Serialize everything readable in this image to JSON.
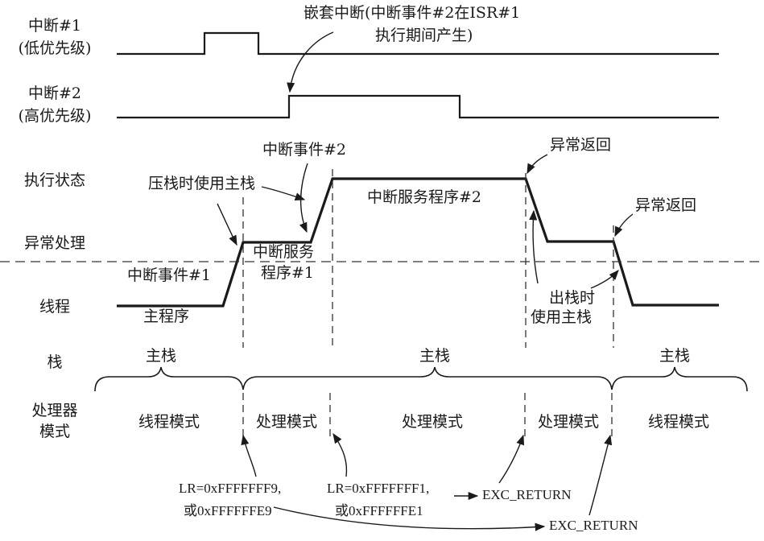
{
  "signals": {
    "irq1": {
      "line1": "中断#1",
      "line2": "(低优先级)"
    },
    "irq2": {
      "line1": "中断#2",
      "line2": "(高优先级)"
    }
  },
  "rows": {
    "exec_state": "执行状态",
    "exception": "异常处理",
    "thread": "线程",
    "stack": "栈",
    "mode_line1": "处理器",
    "mode_line2": "模式"
  },
  "annotations": {
    "nested_line1": "嵌套中断(中断事件#2在ISR#1",
    "nested_line2": "执行期间产生)",
    "irq_event2": "中断事件#2",
    "push_main": "压栈时使用主栈",
    "isr2": "中断服务程序#2",
    "exc_return1": "异常返回",
    "exc_return2": "异常返回",
    "isr1_line1": "中断服务",
    "isr1_line2": "程序#1",
    "irq_event1": "中断事件#1",
    "main_prog": "主程序",
    "pop_line1": "出栈时",
    "pop_line2": "使用主栈"
  },
  "stacks": [
    "主栈",
    "主栈",
    "主栈"
  ],
  "modes": [
    "线程模式",
    "处理模式",
    "处理模式",
    "处理模式",
    "线程模式"
  ],
  "lr": {
    "lr1_line1": "LR=0xFFFFFFF9,",
    "lr1_line2": "或0xFFFFFFE9",
    "lr2_line1": "LR=0xFFFFFFF1,",
    "lr2_line2": "或0xFFFFFFE1",
    "exc_return_a": "EXC_RETURN",
    "exc_return_b": "EXC_RETURN"
  }
}
